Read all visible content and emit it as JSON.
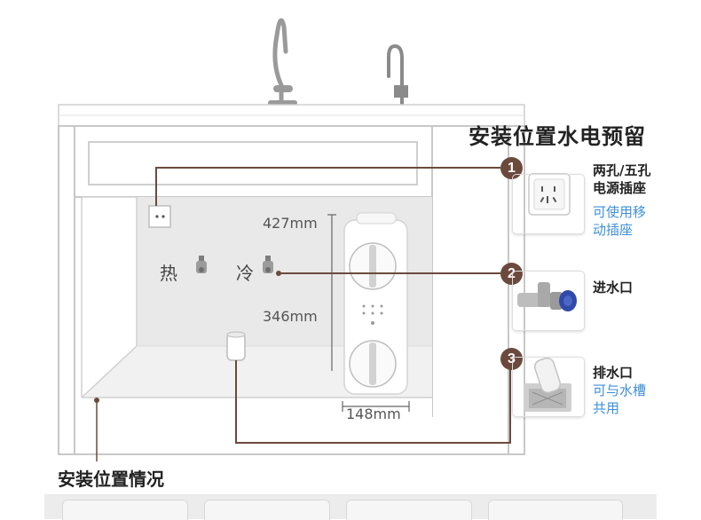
{
  "title": "安装位置水电预留",
  "caption": "安装位置情况",
  "dimensions": {
    "height_upper": "427mm",
    "height_lower": "346mm",
    "width": "148mm"
  },
  "tap_labels": {
    "hot": "热",
    "cold": "冷"
  },
  "callouts": [
    {
      "number": "1",
      "title_lines": [
        "两孔/五孔",
        "电源插座"
      ],
      "note_lines": [
        "可使用移",
        "动插座"
      ],
      "icon": "power-socket-icon"
    },
    {
      "number": "2",
      "title_lines": [
        "进水口"
      ],
      "note_lines": [],
      "icon": "angle-valve-icon"
    },
    {
      "number": "3",
      "title_lines": [
        "排水口"
      ],
      "note_lines": [
        "可与水槽",
        "共用"
      ],
      "icon": "floor-drain-icon"
    }
  ],
  "colors": {
    "leader_line": "#6b4a3d",
    "note_text": "#3e8fd8",
    "cabinet_line": "#c8c8c8",
    "back_wall": "#e9e9e9"
  }
}
